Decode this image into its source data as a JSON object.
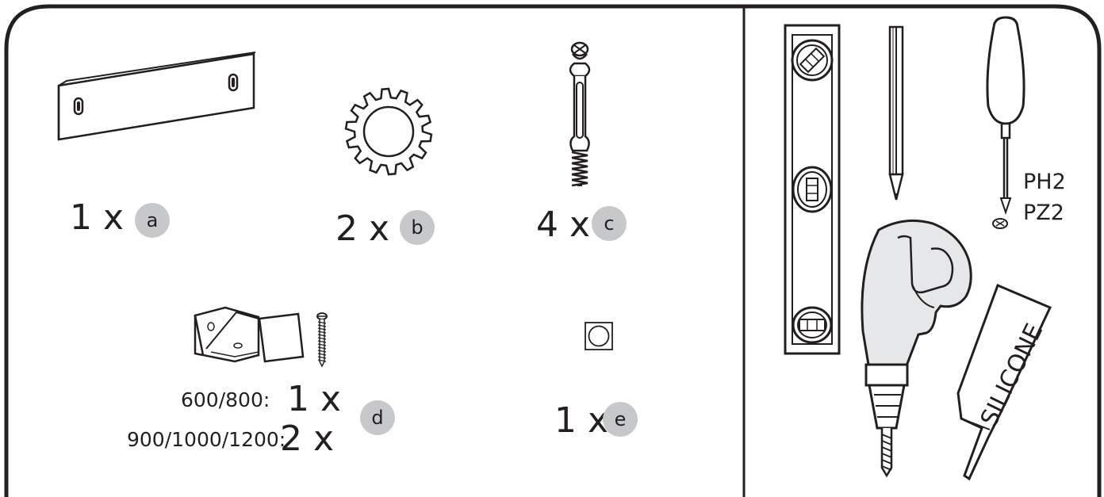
{
  "parts": {
    "a": {
      "quantity": "1 x",
      "letter": "a"
    },
    "b": {
      "quantity": "2 x",
      "letter": "b"
    },
    "c": {
      "quantity": "4 x",
      "letter": "c"
    },
    "d": {
      "letter": "d",
      "lines": [
        {
          "sizes": "600/800:",
          "quantity": "1 x"
        },
        {
          "sizes": "900/1000/1200:",
          "quantity": "2 x"
        }
      ]
    },
    "e": {
      "quantity": "1 x",
      "letter": "e"
    }
  },
  "tools": {
    "screwdriver_bits": [
      "PH2",
      "PZ2"
    ],
    "sealant_label": "SILICONE"
  },
  "colors": {
    "line": "#231f20",
    "badge": "#c7c8ca",
    "tool_fill": "#e6e7e8"
  },
  "icons": {
    "tools": [
      "spirit-level-icon",
      "pencil-icon",
      "screwdriver-icon",
      "drill-icon",
      "silicone-tube-icon"
    ]
  }
}
